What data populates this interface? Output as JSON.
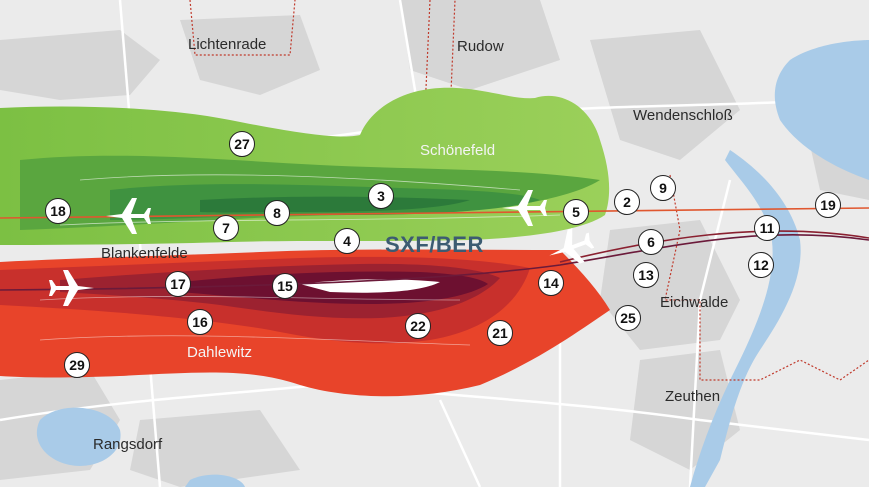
{
  "airport_label": "SXF/BER",
  "places": {
    "lichtenrade": "Lichtenrade",
    "rudow": "Rudow",
    "wendenschloss": "Wendenschloß",
    "schoenefeld": "Schönefeld",
    "blankenfelde": "Blankenfelde",
    "eichwalde": "Eichwalde",
    "dahlewitz": "Dahlewitz",
    "zeuthen": "Zeuthen",
    "rangsdorf": "Rangsdorf"
  },
  "markers": {
    "m2": "2",
    "m3": "3",
    "m4": "4",
    "m5": "5",
    "m6": "6",
    "m7": "7",
    "m8": "8",
    "m9": "9",
    "m11": "11",
    "m12": "12",
    "m13": "13",
    "m14": "14",
    "m15": "15",
    "m16": "16",
    "m17": "17",
    "m18": "18",
    "m19": "19",
    "m21": "21",
    "m22": "22",
    "m25": "25",
    "m27": "27",
    "m29": "29"
  },
  "icons": [
    "airplane-icon"
  ],
  "colors": {
    "north_zone": "#8cc84b",
    "north_zone_core": "#2f8a3a",
    "south_zone": "#e8442a",
    "south_zone_core": "#6d1030",
    "water": "#a9cbe8",
    "boundary": "#c0392b"
  }
}
